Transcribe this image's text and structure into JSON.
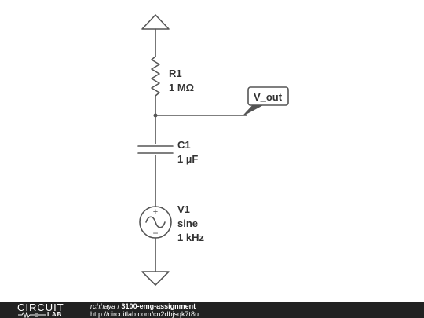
{
  "schematic": {
    "r1": {
      "name": "R1",
      "value": "1 MΩ"
    },
    "c1": {
      "name": "C1",
      "value": "1 µF"
    },
    "v1": {
      "name": "V1",
      "type": "sine",
      "freq": "1 kHz"
    },
    "probe": {
      "label": "V_out"
    },
    "colors": {
      "wire": "#555555",
      "text": "#333333"
    }
  },
  "footer": {
    "logo_top": "CIRCUIT",
    "logo_bottom": "LAB",
    "author": "rchhaya",
    "separator": " / ",
    "project": "3100-emg-assignment",
    "url": "http://circuitlab.com/cn2dbjsqk7t8u"
  }
}
